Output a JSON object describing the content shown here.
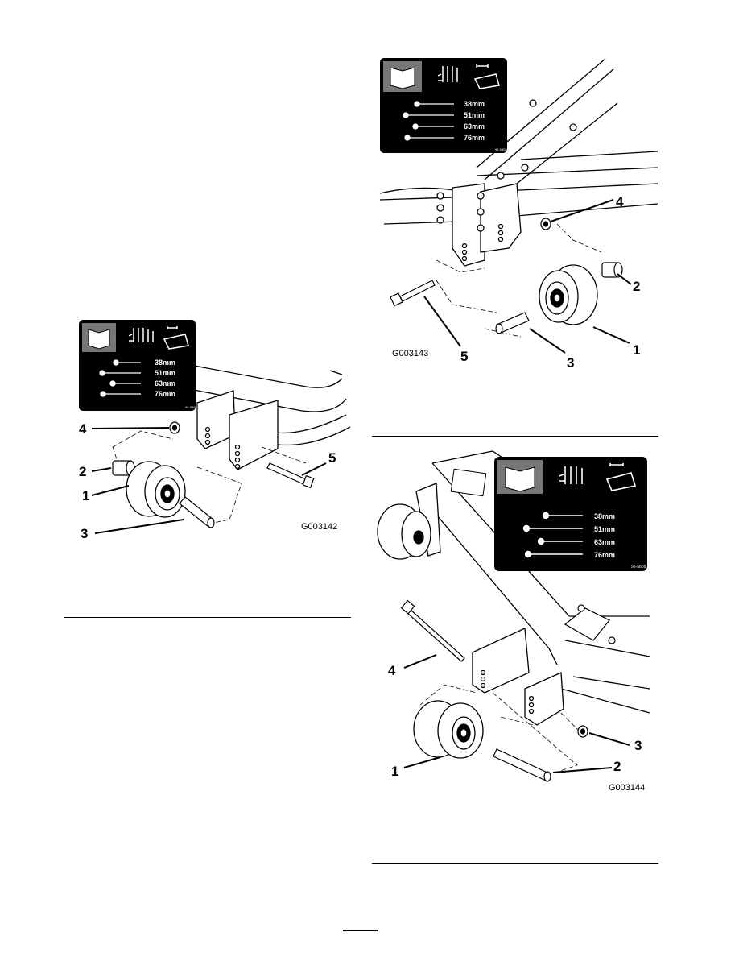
{
  "figures": [
    {
      "id": "G003142",
      "callouts": [
        "1",
        "2",
        "3",
        "4",
        "5"
      ],
      "decal": {
        "heights": [
          "38mm",
          "51mm",
          "63mm",
          "76mm"
        ],
        "code": "96-5809"
      }
    },
    {
      "id": "G003143",
      "callouts": [
        "1",
        "2",
        "3",
        "4",
        "5"
      ],
      "decal": {
        "heights": [
          "38mm",
          "51mm",
          "63mm",
          "76mm"
        ],
        "code": "96-5809"
      }
    },
    {
      "id": "G003144",
      "callouts": [
        "1",
        "2",
        "3",
        "4"
      ],
      "decal": {
        "heights": [
          "38mm",
          "51mm",
          "63mm",
          "76mm"
        ],
        "code": "96-5809"
      }
    }
  ]
}
